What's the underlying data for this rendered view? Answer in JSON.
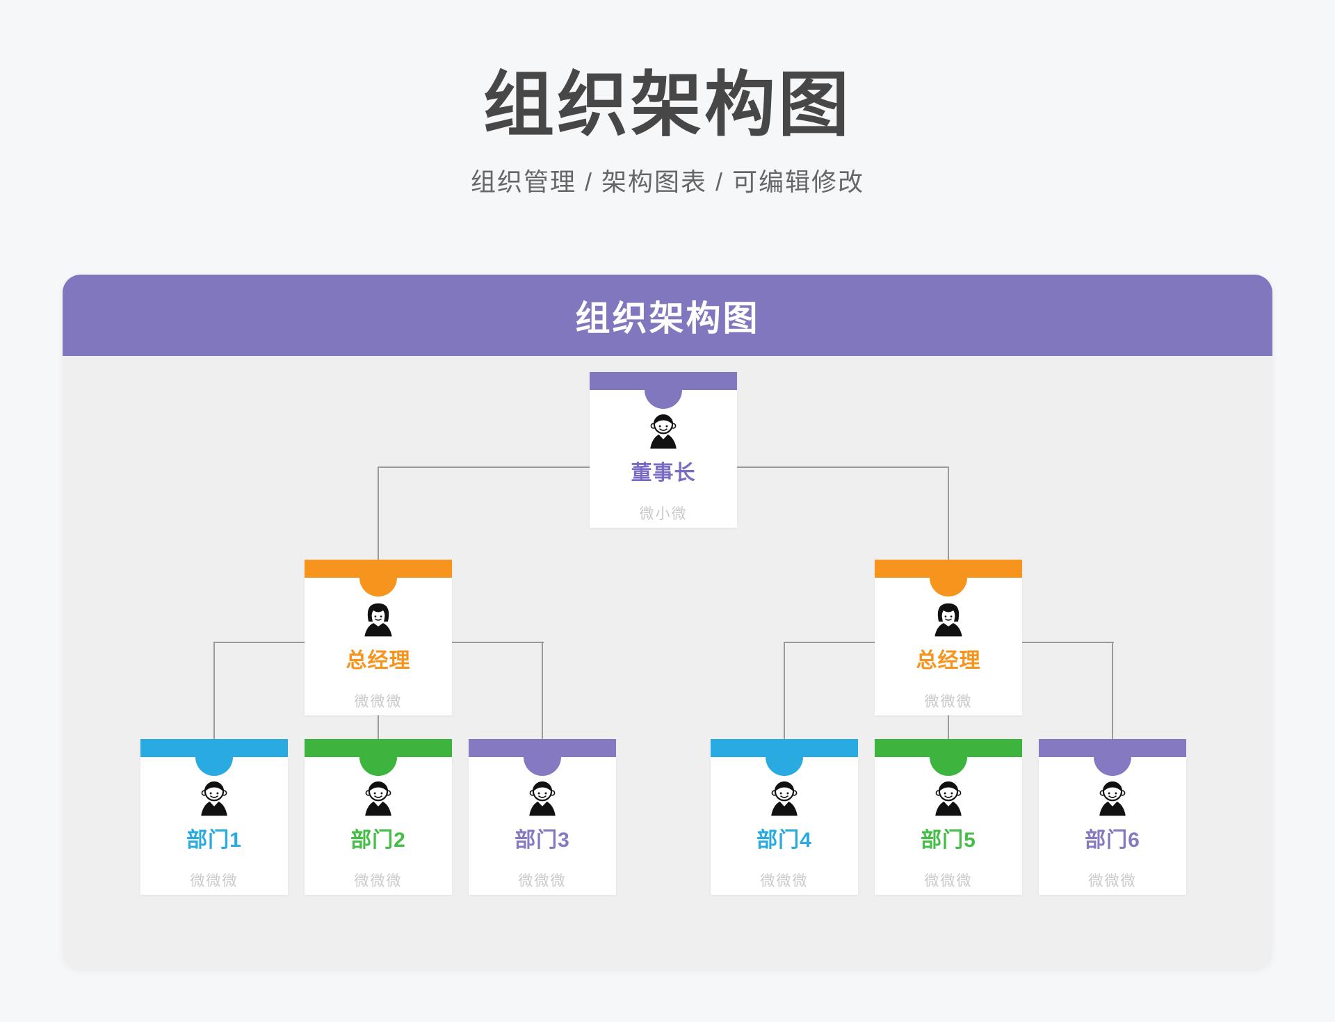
{
  "page": {
    "title": "组织架构图",
    "subtitle": "组织管理 /  架构图表  /  可编辑修改"
  },
  "panel": {
    "header_title": "组织架构图"
  },
  "org": {
    "nodes": [
      {
        "id": "chairman",
        "title": "董事长",
        "name": "微小微",
        "color": "#8177BE",
        "text_color": "#7A6CC3",
        "avatar": "male"
      },
      {
        "id": "gm-left",
        "title": "总经理",
        "name": "微微微",
        "color": "#F7941E",
        "text_color": "#F7941E",
        "avatar": "female"
      },
      {
        "id": "gm-right",
        "title": "总经理",
        "name": "微微微",
        "color": "#F7941E",
        "text_color": "#F7941E",
        "avatar": "female"
      },
      {
        "id": "dept-1",
        "title": "部门1",
        "name": "微微微",
        "color": "#29ABE2",
        "text_color": "#29ABE2",
        "avatar": "male"
      },
      {
        "id": "dept-2",
        "title": "部门2",
        "name": "微微微",
        "color": "#3CB43E",
        "text_color": "#44BE46",
        "avatar": "male"
      },
      {
        "id": "dept-3",
        "title": "部门3",
        "name": "微微微",
        "color": "#8579C2",
        "text_color": "#8579C2",
        "avatar": "male"
      },
      {
        "id": "dept-4",
        "title": "部门4",
        "name": "微微微",
        "color": "#29ABE2",
        "text_color": "#29ABE2",
        "avatar": "male"
      },
      {
        "id": "dept-5",
        "title": "部门5",
        "name": "微微微",
        "color": "#3CB43E",
        "text_color": "#44BE46",
        "avatar": "male"
      },
      {
        "id": "dept-6",
        "title": "部门6",
        "name": "微微微",
        "color": "#8579C2",
        "text_color": "#8579C2",
        "avatar": "male"
      }
    ]
  },
  "colors": {
    "page_bg": "#F6F7F9",
    "panel_body": "#EFEFEF",
    "header": "#8177BE",
    "connector": "#9A9A9A",
    "title_text": "#474747",
    "subtitle_text": "#666666",
    "name_text": "#C9C9CC"
  }
}
